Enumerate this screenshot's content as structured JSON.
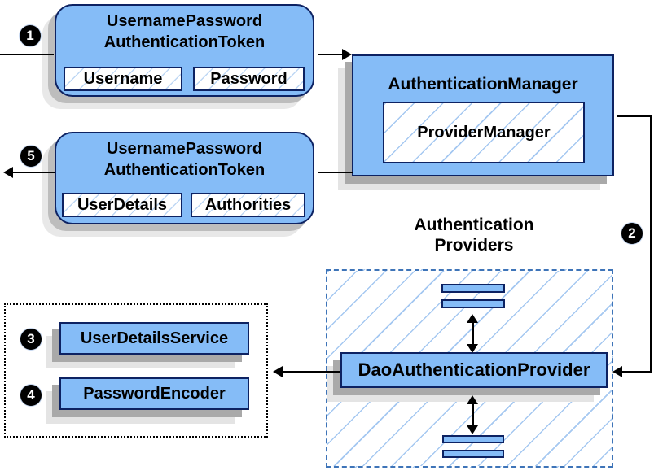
{
  "steps": {
    "s1": "1",
    "s2": "2",
    "s3": "3",
    "s4": "4",
    "s5": "5"
  },
  "request_token": {
    "title_line1": "UsernamePassword",
    "title_line2": "AuthenticationToken",
    "fields": [
      "Username",
      "Password"
    ]
  },
  "authentication_manager": {
    "title": "AuthenticationManager",
    "inner_label": "ProviderManager"
  },
  "response_token": {
    "title_line1": "UsernamePassword",
    "title_line2": "AuthenticationToken",
    "fields": [
      "UserDetails",
      "Authorities"
    ]
  },
  "providers_group": {
    "label_line1": "Authentication",
    "label_line2": "Providers",
    "provider_label": "DaoAuthenticationProvider"
  },
  "services_group": {
    "items": [
      "UserDetailsService",
      "PasswordEncoder"
    ]
  },
  "colors": {
    "box_fill": "#85bcf7",
    "box_border": "#0d2262",
    "hatch_line": "#a5c8f1",
    "dashed_border": "#3e74b8",
    "dotted_border": "#000000",
    "connector": "#000000",
    "shadow": "#a9a9a9"
  }
}
